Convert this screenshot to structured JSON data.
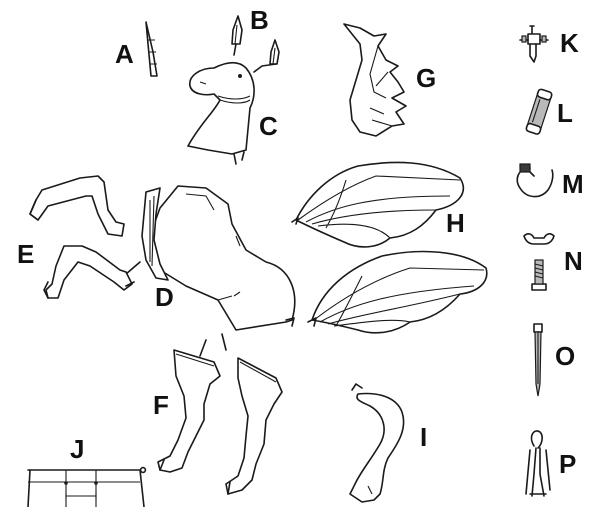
{
  "labels": {
    "A": "A",
    "B": "B",
    "C": "C",
    "D": "D",
    "E": "E",
    "F": "F",
    "G": "G",
    "H": "H",
    "I": "I",
    "J": "J",
    "K": "K",
    "L": "L",
    "M": "M",
    "N": "N",
    "O": "O",
    "P": "P"
  },
  "parts": [
    {
      "key": "A",
      "icon": "horn-icon"
    },
    {
      "key": "B",
      "icon": "ears-icon"
    },
    {
      "key": "C",
      "icon": "head-icon"
    },
    {
      "key": "D",
      "icon": "body-icon"
    },
    {
      "key": "E",
      "icon": "front-legs-icon"
    },
    {
      "key": "F",
      "icon": "hind-legs-icon"
    },
    {
      "key": "G",
      "icon": "mane-icon"
    },
    {
      "key": "H",
      "icon": "wings-icon"
    },
    {
      "key": "I",
      "icon": "tail-icon"
    },
    {
      "key": "J",
      "icon": "base-template-icon"
    },
    {
      "key": "K",
      "icon": "split-pin-icon"
    },
    {
      "key": "L",
      "icon": "tube-spacer-icon"
    },
    {
      "key": "M",
      "icon": "spring-clip-icon"
    },
    {
      "key": "N",
      "icon": "wing-nut-bolt-icon"
    },
    {
      "key": "O",
      "icon": "nail-icon"
    },
    {
      "key": "P",
      "icon": "cotter-pin-icon"
    }
  ],
  "colors": {
    "line": "#1a1a1a",
    "background": "#ffffff",
    "metal": "#b9b9b9"
  }
}
